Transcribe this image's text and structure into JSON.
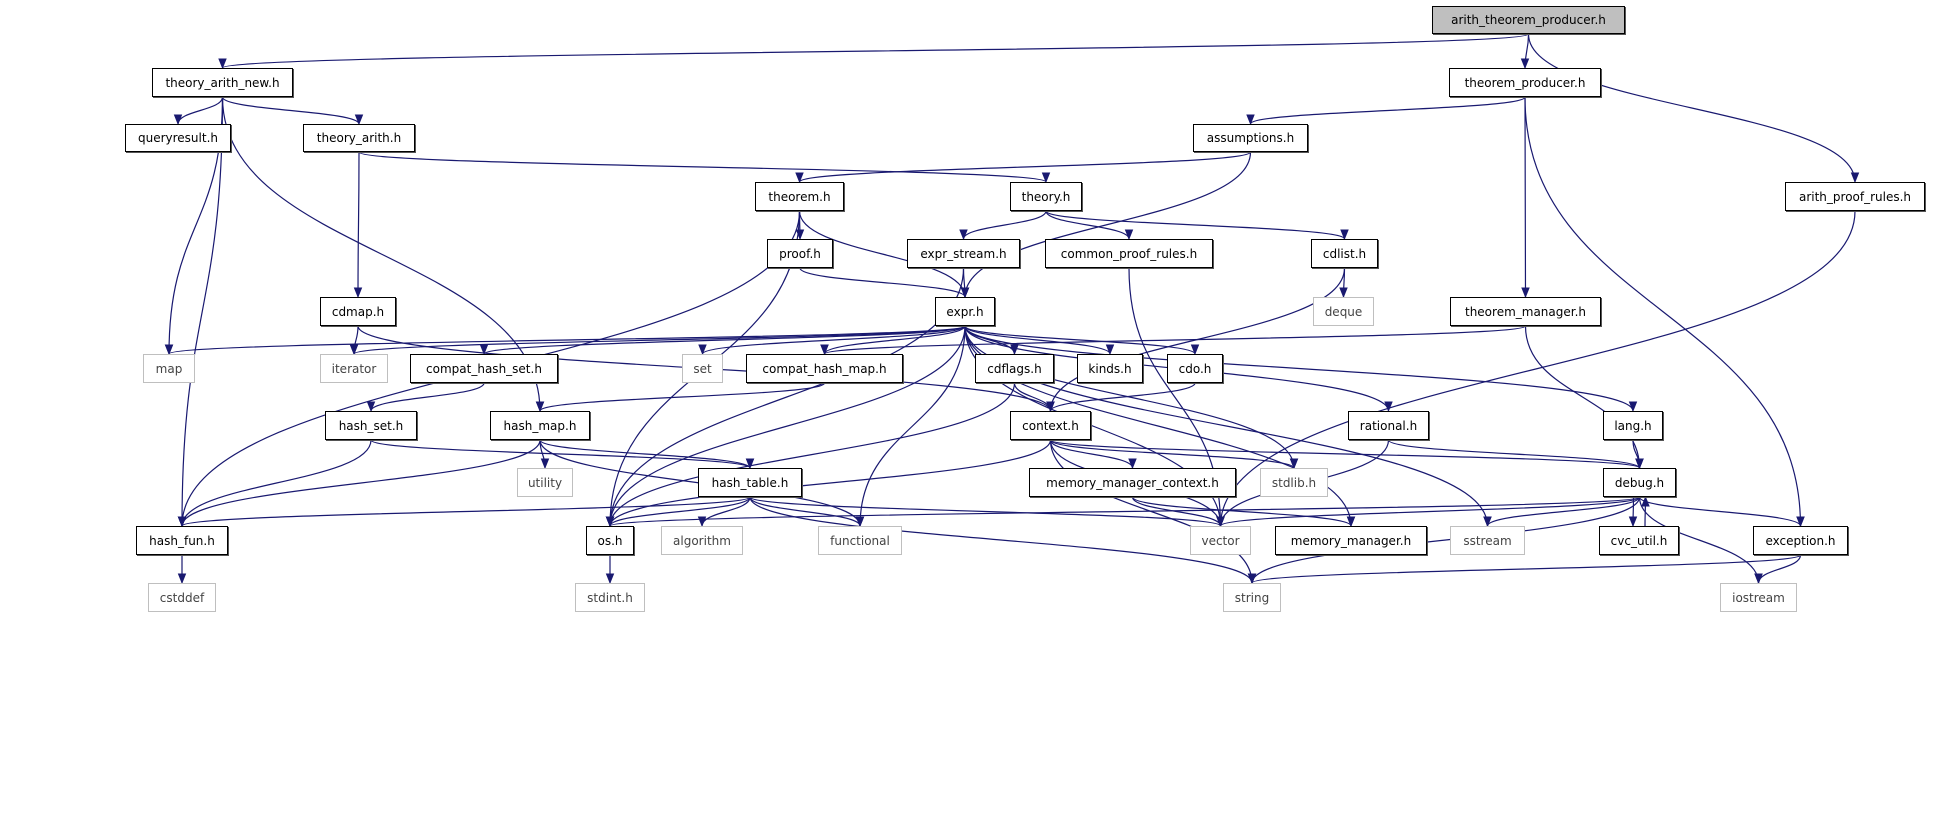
{
  "graph": {
    "edge_color": "#191970",
    "root_fill": "#bfbfbf",
    "external_border": "#bfbfbf",
    "nodes": [
      {
        "id": "atp",
        "label": "arith_theorem_producer.h",
        "kind": "root"
      },
      {
        "id": "tan",
        "label": "theory_arith_new.h",
        "kind": "file"
      },
      {
        "id": "tp",
        "label": "theorem_producer.h",
        "kind": "file"
      },
      {
        "id": "qr",
        "label": "queryresult.h",
        "kind": "file"
      },
      {
        "id": "ta",
        "label": "theory_arith.h",
        "kind": "file"
      },
      {
        "id": "as",
        "label": "assumptions.h",
        "kind": "file"
      },
      {
        "id": "th",
        "label": "theorem.h",
        "kind": "file"
      },
      {
        "id": "ty",
        "label": "theory.h",
        "kind": "file"
      },
      {
        "id": "apr",
        "label": "arith_proof_rules.h",
        "kind": "file"
      },
      {
        "id": "pf",
        "label": "proof.h",
        "kind": "file"
      },
      {
        "id": "es",
        "label": "expr_stream.h",
        "kind": "file"
      },
      {
        "id": "cpr",
        "label": "common_proof_rules.h",
        "kind": "file"
      },
      {
        "id": "cdl",
        "label": "cdlist.h",
        "kind": "file"
      },
      {
        "id": "ex",
        "label": "expr.h",
        "kind": "file"
      },
      {
        "id": "cdm",
        "label": "cdmap.h",
        "kind": "file"
      },
      {
        "id": "dq",
        "label": "deque",
        "kind": "external"
      },
      {
        "id": "tm",
        "label": "theorem_manager.h",
        "kind": "file"
      },
      {
        "id": "map",
        "label": "map",
        "kind": "external"
      },
      {
        "id": "it",
        "label": "iterator",
        "kind": "external"
      },
      {
        "id": "chs",
        "label": "compat_hash_set.h",
        "kind": "file"
      },
      {
        "id": "set",
        "label": "set",
        "kind": "external"
      },
      {
        "id": "chm",
        "label": "compat_hash_map.h",
        "kind": "file"
      },
      {
        "id": "cf",
        "label": "cdflags.h",
        "kind": "file"
      },
      {
        "id": "kd",
        "label": "kinds.h",
        "kind": "file"
      },
      {
        "id": "cdo",
        "label": "cdo.h",
        "kind": "file"
      },
      {
        "id": "hs",
        "label": "hash_set.h",
        "kind": "file"
      },
      {
        "id": "hm",
        "label": "hash_map.h",
        "kind": "file"
      },
      {
        "id": "ctx",
        "label": "context.h",
        "kind": "file"
      },
      {
        "id": "rat",
        "label": "rational.h",
        "kind": "file"
      },
      {
        "id": "lang",
        "label": "lang.h",
        "kind": "file"
      },
      {
        "id": "ut",
        "label": "utility",
        "kind": "external"
      },
      {
        "id": "ht",
        "label": "hash_table.h",
        "kind": "file"
      },
      {
        "id": "mmc",
        "label": "memory_manager_context.h",
        "kind": "file"
      },
      {
        "id": "sl",
        "label": "stdlib.h",
        "kind": "external"
      },
      {
        "id": "dbg",
        "label": "debug.h",
        "kind": "file"
      },
      {
        "id": "hf",
        "label": "hash_fun.h",
        "kind": "file"
      },
      {
        "id": "os",
        "label": "os.h",
        "kind": "file"
      },
      {
        "id": "alg",
        "label": "algorithm",
        "kind": "external"
      },
      {
        "id": "fn",
        "label": "functional",
        "kind": "external"
      },
      {
        "id": "vec",
        "label": "vector",
        "kind": "external"
      },
      {
        "id": "mm",
        "label": "memory_manager.h",
        "kind": "file"
      },
      {
        "id": "ss",
        "label": "sstream",
        "kind": "external"
      },
      {
        "id": "cu",
        "label": "cvc_util.h",
        "kind": "file"
      },
      {
        "id": "exc",
        "label": "exception.h",
        "kind": "file"
      },
      {
        "id": "cd",
        "label": "cstddef",
        "kind": "external"
      },
      {
        "id": "si",
        "label": "stdint.h",
        "kind": "external"
      },
      {
        "id": "str",
        "label": "string",
        "kind": "external"
      },
      {
        "id": "ios",
        "label": "iostream",
        "kind": "external"
      }
    ],
    "edges": [
      [
        "atp",
        "tan"
      ],
      [
        "atp",
        "tp"
      ],
      [
        "atp",
        "apr"
      ],
      [
        "tan",
        "qr"
      ],
      [
        "tan",
        "ta"
      ],
      [
        "tan",
        "map"
      ],
      [
        "tan",
        "hm"
      ],
      [
        "tan",
        "hf"
      ],
      [
        "tp",
        "as"
      ],
      [
        "tp",
        "tm"
      ],
      [
        "tp",
        "exc"
      ],
      [
        "ta",
        "cdm"
      ],
      [
        "ta",
        "ty"
      ],
      [
        "as",
        "th"
      ],
      [
        "as",
        "ex"
      ],
      [
        "th",
        "pf"
      ],
      [
        "th",
        "ex"
      ],
      [
        "th",
        "os"
      ],
      [
        "th",
        "hf"
      ],
      [
        "ty",
        "es"
      ],
      [
        "ty",
        "cpr"
      ],
      [
        "ty",
        "cdl"
      ],
      [
        "apr",
        "vec"
      ],
      [
        "pf",
        "ex"
      ],
      [
        "es",
        "ex"
      ],
      [
        "es",
        "os"
      ],
      [
        "cpr",
        "vec"
      ],
      [
        "cdl",
        "dq"
      ],
      [
        "cdl",
        "ctx"
      ],
      [
        "ex",
        "map"
      ],
      [
        "ex",
        "it"
      ],
      [
        "ex",
        "chs"
      ],
      [
        "ex",
        "set"
      ],
      [
        "ex",
        "chm"
      ],
      [
        "ex",
        "cf"
      ],
      [
        "ex",
        "kd"
      ],
      [
        "ex",
        "cdo"
      ],
      [
        "ex",
        "os"
      ],
      [
        "ex",
        "fn"
      ],
      [
        "ex",
        "sl"
      ],
      [
        "ex",
        "rat"
      ],
      [
        "ex",
        "lang"
      ],
      [
        "ex",
        "vec"
      ],
      [
        "ex",
        "mm"
      ],
      [
        "ex",
        "ss"
      ],
      [
        "cdm",
        "it"
      ],
      [
        "cdm",
        "ctx"
      ],
      [
        "tm",
        "chm"
      ],
      [
        "tm",
        "dbg"
      ],
      [
        "chs",
        "hs"
      ],
      [
        "chm",
        "hm"
      ],
      [
        "cf",
        "ctx"
      ],
      [
        "cf",
        "os"
      ],
      [
        "cdo",
        "ctx"
      ],
      [
        "hs",
        "ht"
      ],
      [
        "hs",
        "hf"
      ],
      [
        "hm",
        "ut"
      ],
      [
        "hm",
        "ht"
      ],
      [
        "hm",
        "hf"
      ],
      [
        "hm",
        "fn"
      ],
      [
        "ctx",
        "os"
      ],
      [
        "ctx",
        "mmc"
      ],
      [
        "ctx",
        "sl"
      ],
      [
        "ctx",
        "dbg"
      ],
      [
        "ctx",
        "vec"
      ],
      [
        "ctx",
        "str"
      ],
      [
        "rat",
        "dbg"
      ],
      [
        "rat",
        "vec"
      ],
      [
        "lang",
        "dbg"
      ],
      [
        "ht",
        "hf"
      ],
      [
        "ht",
        "os"
      ],
      [
        "ht",
        "alg"
      ],
      [
        "ht",
        "fn"
      ],
      [
        "ht",
        "str"
      ],
      [
        "ht",
        "vec"
      ],
      [
        "mmc",
        "vec"
      ],
      [
        "mmc",
        "mm"
      ],
      [
        "dbg",
        "os"
      ],
      [
        "dbg",
        "vec"
      ],
      [
        "dbg",
        "ss"
      ],
      [
        "dbg",
        "cu"
      ],
      [
        "dbg",
        "exc"
      ],
      [
        "dbg",
        "ios"
      ],
      [
        "dbg",
        "str"
      ],
      [
        "cu",
        "dbg"
      ],
      [
        "exc",
        "str"
      ],
      [
        "exc",
        "ios"
      ],
      [
        "hf",
        "cd"
      ],
      [
        "os",
        "si"
      ]
    ]
  }
}
